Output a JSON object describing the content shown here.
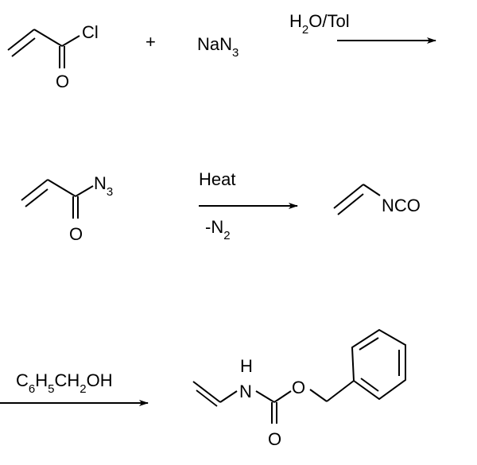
{
  "scheme": {
    "step1": {
      "reactant1_atoms": {
        "cl": "Cl",
        "o": "O"
      },
      "plus": "+",
      "reactant2": {
        "main": "NaN",
        "sub": "3"
      },
      "condition": {
        "a": "H",
        "sub": "2",
        "b": "O/Tol"
      }
    },
    "step2": {
      "azide_atoms": {
        "n": "N",
        "sub": "3",
        "o": "O"
      },
      "condition_above": "Heat",
      "condition_below": {
        "a": "-N",
        "sub": "2"
      },
      "product": "NCO"
    },
    "step3": {
      "reagent": {
        "c": "C",
        "s1": "6",
        "h": "H",
        "s2": "5",
        "ch": "CH",
        "s3": "2",
        "oh": "OH"
      },
      "product_atoms": {
        "h": "H",
        "n": "N",
        "o_ester": "O",
        "o_carbonyl": "O"
      }
    }
  }
}
